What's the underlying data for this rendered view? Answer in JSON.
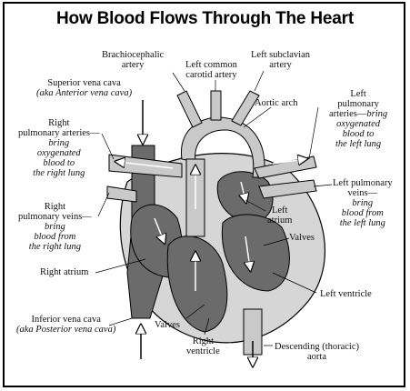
{
  "title": "How Blood Flows Through The Heart",
  "labels": {
    "brachiocephalic": [
      "Brachiocephalic",
      "artery"
    ],
    "left_common_carotid": [
      "Left common",
      "carotid artery"
    ],
    "left_subclavian": [
      "Left subclavian",
      "artery"
    ],
    "superior_vena_cava": {
      "name": "Superior vena cava",
      "aka": "(aka Anterior vena cava)"
    },
    "aortic_arch": "Aortic arch",
    "left_pulmonary_arteries": {
      "name": [
        "Left",
        "pulmonary",
        "arteries—"
      ],
      "desc": [
        "bring",
        "oxygenated",
        "blood to",
        "the left lung"
      ],
      "inline_desc": "bring"
    },
    "right_pulmonary_arteries": {
      "name": [
        "Right",
        "pulmonary arteries—"
      ],
      "desc": [
        "bring",
        "oxygenated",
        "blood to",
        "the right lung"
      ]
    },
    "left_pulmonary_veins": {
      "name": [
        "Left pulmonary",
        "veins—"
      ],
      "desc": [
        "bring",
        "blood from",
        "the left lung"
      ]
    },
    "right_pulmonary_veins": {
      "name": [
        "Right",
        "pulmonary veins—"
      ],
      "desc": [
        "bring",
        "blood from",
        "the right lung"
      ]
    },
    "left_atrium": [
      "Left",
      "atrium"
    ],
    "valves_upper": "Valves",
    "right_atrium": "Right atrium",
    "left_ventricle": "Left ventricle",
    "inferior_vena_cava": {
      "name": "Inferior vena cava",
      "aka": "(aka Posterior vena cava)"
    },
    "valves_lower": "Valves",
    "right_ventricle": [
      "Right",
      "ventricle"
    ],
    "descending_aorta": [
      "Descending (thoracic)",
      "aorta"
    ]
  },
  "colors": {
    "outline": "#000000",
    "chamber_dark": "#6b6b6b",
    "vessel_light": "#c9c9c9",
    "heart_body": "#d6d6d6",
    "background": "#ffffff"
  }
}
